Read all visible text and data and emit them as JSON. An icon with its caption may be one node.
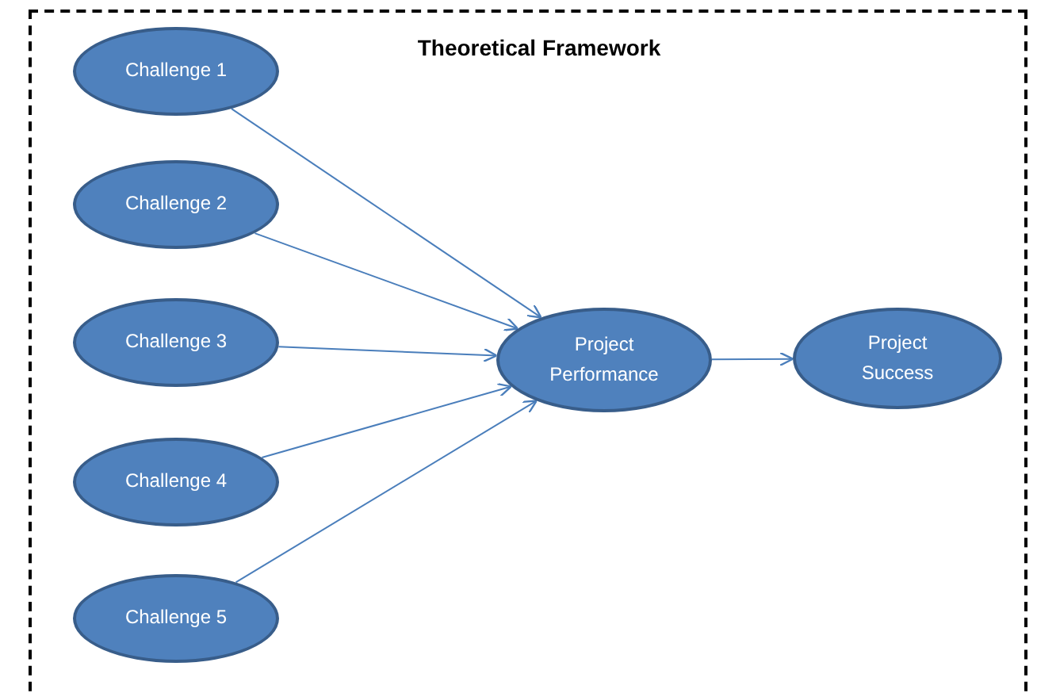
{
  "diagram": {
    "title": "Theoretical Framework",
    "nodes": [
      {
        "text": [
          "Challenge 1"
        ]
      },
      {
        "text": [
          "Challenge 2"
        ]
      },
      {
        "text": [
          "Challenge 3"
        ]
      },
      {
        "text": [
          "Challenge 4"
        ]
      },
      {
        "text": [
          "Challenge 5"
        ]
      },
      {
        "text": [
          "Project Performance"
        ]
      },
      {
        "text": [
          "Project Success"
        ]
      }
    ],
    "edges": [
      {
        "from": 0,
        "to": 5,
        "arrow": "to"
      },
      {
        "from": 1,
        "to": 5,
        "arrow": "to"
      },
      {
        "from": 2,
        "to": 5,
        "arrow": "to"
      },
      {
        "from": 3,
        "to": 5,
        "arrow": "to"
      },
      {
        "from": 4,
        "to": 5,
        "arrow": "to"
      },
      {
        "from": 5,
        "to": 6,
        "arrow": "to"
      }
    ]
  }
}
